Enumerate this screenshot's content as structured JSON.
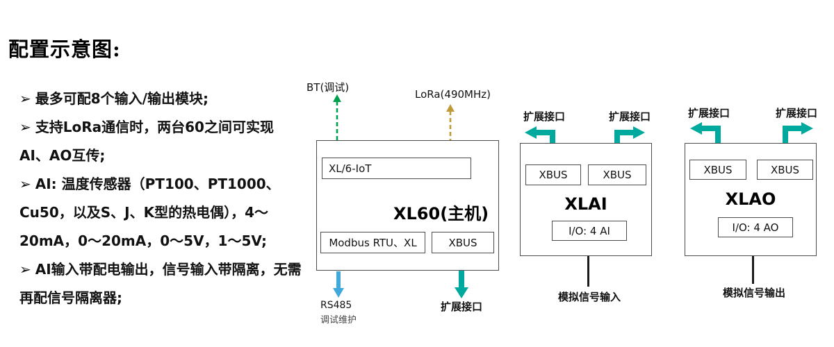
{
  "title": "配置示意图:",
  "bullets": {
    "marker": "➢",
    "items": [
      "最多可配8个输入/输出模块;",
      "支持LoRa通信时，两台60之间可实现AI、AO互传;",
      "AI: 温度传感器（PT100、PT1000、Cu50，以及S、J、K型的热电偶），4～20mA，0～20mA，0～5V，1～5V;",
      "AI输入带配电输出，信号输入带隔离，无需再配信号隔离器;"
    ]
  },
  "xl60": {
    "bt_label": "BT(调试)",
    "lora_label": "LoRa(490MHz)",
    "iot_module": "XL/6-IoT",
    "name": "XL60(主机)",
    "modbus": "Modbus RTU、XL",
    "xbus": "XBUS",
    "rs485": "RS485",
    "rs485_note": "调试维护",
    "expand": "扩展接口"
  },
  "xlai": {
    "name": "XLAI",
    "xbus_left": "XBUS",
    "xbus_right": "XBUS",
    "io": "I/O:  4 AI",
    "expand_left": "扩展接口",
    "expand_right": "扩展接口",
    "signal": "模拟信号输入"
  },
  "xlao": {
    "name": "XLAO",
    "xbus_left": "XBUS",
    "xbus_right": "XBUS",
    "io": "I/O:  4 AO",
    "expand_left": "扩展接口",
    "expand_right": "扩展接口",
    "signal": "模拟信号输出"
  },
  "colors": {
    "green": "#009F4D",
    "olive": "#BF9A35",
    "blue": "#41A8DC",
    "teal": "#00A99D",
    "line": "#1a1a1a"
  }
}
